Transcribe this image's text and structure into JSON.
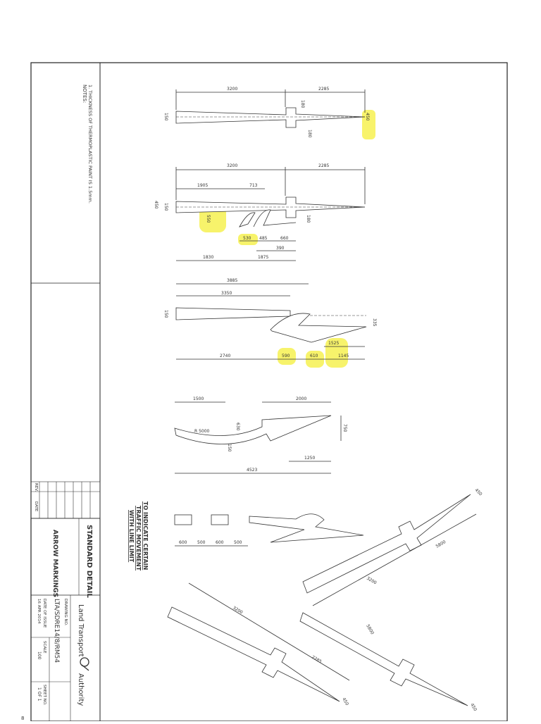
{
  "title_block": {
    "notes_heading": "NOTES:",
    "note_1": "1. THICKNESS OF THERMOPLASTIC PAINT IS 1.5mm.",
    "standard_detail": "STANDARD  DETAIL",
    "drawing_title": "ARROW MARKINGS",
    "drawing_no_label": "DRAWING NO.",
    "drawing_no": "LTA/SDRE14/8/RM54",
    "date_label": "DATE OF ISSUE",
    "date_value": "16 APR 2014",
    "scale_label": "SCALE",
    "scale_value": "100",
    "sheet_label": "SHEET NO.",
    "sheet_value": "1 OF 1",
    "rev_label": "REV.",
    "rev_date_label": "DATE",
    "org_left": "Land Transport",
    "org_right": "Authority",
    "page_mark": "8"
  },
  "caption": {
    "line1": "TO INDICATE CERTAIN",
    "line2": "TRAFFIC MOVEMENT",
    "line3": "WITH LINE LIMIT"
  },
  "dims": {
    "a1_left": "3200",
    "a1_right": "2285",
    "a1_h1": "150",
    "a1_h2": "180",
    "a1_tip": "450",
    "a1_v": "180",
    "a2_left": "3200",
    "a2_right": "2285",
    "a2_a": "1905",
    "a2_b": "713",
    "a2_c": "150",
    "a2_d": "550",
    "a2_e": "530",
    "a2_f": "485",
    "a2_g": "660",
    "a2_h": "390",
    "a2_i": "1830",
    "a2_j": "1875",
    "a2_k": "450",
    "a2_l": "180",
    "a3_top": "3885",
    "a3_mid": "3350",
    "a3_a": "2740",
    "a3_b": "590",
    "a3_c": "610",
    "a3_d": "1145",
    "a3_e": "1525",
    "a3_h": "150",
    "a3_r": "335",
    "a4_a": "1500",
    "a4_b": "2000",
    "a4_r": "R 5000",
    "a4_c": "630",
    "a4_d": "750",
    "a4_e": "1250",
    "a4_f": "4523",
    "a4_g": "150",
    "a5_a": "600",
    "a5_b": "500",
    "a5_c": "600",
    "a5_d": "500",
    "a6_len1": "5800",
    "a6_len2": "3200",
    "a6_tip": "450",
    "a7_len1": "3200",
    "a7_len2": "2285",
    "a7_tip": "450",
    "a8_len1": "5800",
    "a8_tip": "450"
  },
  "highlight_color": "#f5ef3a"
}
